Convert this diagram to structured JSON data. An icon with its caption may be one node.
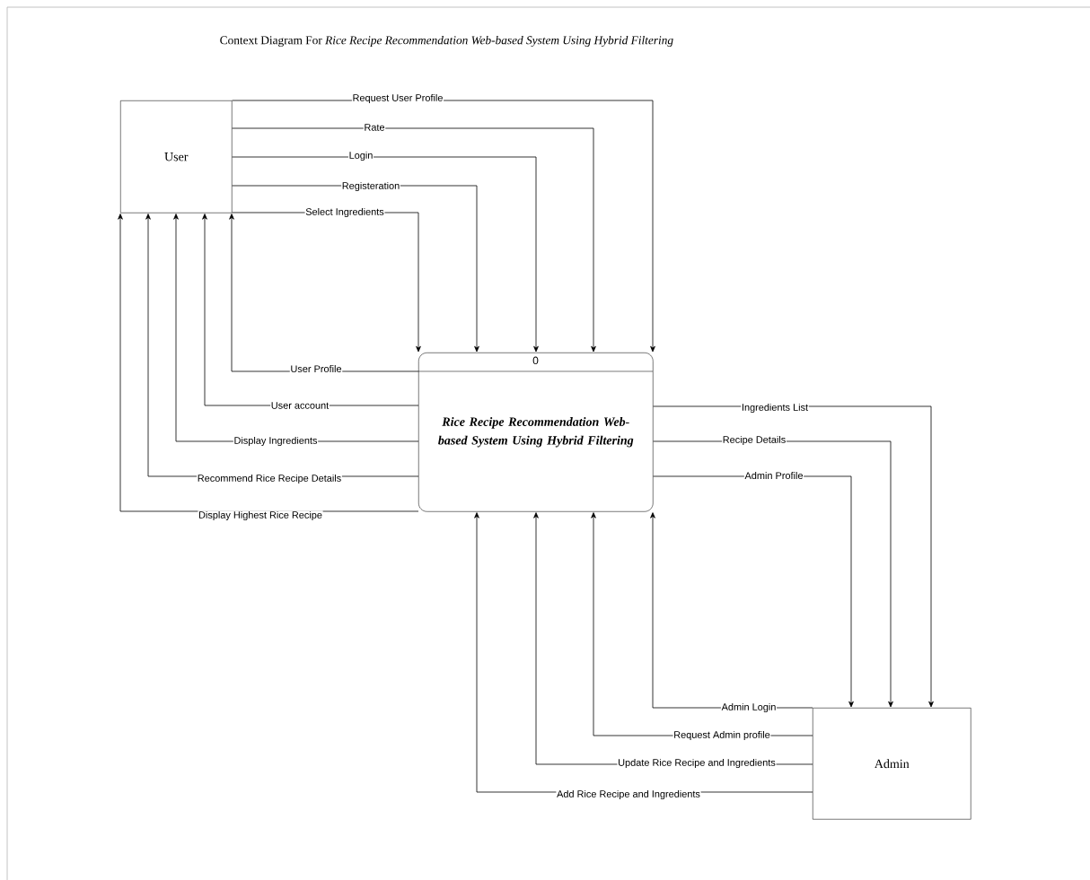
{
  "diagram": {
    "title": "Context Diagram For *Rice Recipe Recommendation Web-based System Using Hybrid Filtering*",
    "nodes": [
      {
        "text": [
          "User"
        ]
      },
      {
        "text": [
          "0",
          "Rice Recipe Recommendation Web-based System Using Hybrid Filtering"
        ]
      },
      {
        "text": [
          "Admin"
        ]
      }
    ],
    "edges": [
      {
        "from": 0,
        "to": 1,
        "arrow": "to",
        "label": "Request User Profile"
      },
      {
        "from": 0,
        "to": 1,
        "arrow": "to",
        "label": "Rate"
      },
      {
        "from": 0,
        "to": 1,
        "arrow": "to",
        "label": "Login"
      },
      {
        "from": 0,
        "to": 1,
        "arrow": "to",
        "label": "Registeration"
      },
      {
        "from": 0,
        "to": 1,
        "arrow": "to",
        "label": "Select Ingredients"
      },
      {
        "from": 1,
        "to": 0,
        "arrow": "to",
        "label": "User Profile"
      },
      {
        "from": 1,
        "to": 0,
        "arrow": "to",
        "label": "User account"
      },
      {
        "from": 1,
        "to": 0,
        "arrow": "to",
        "label": "Display Ingredients"
      },
      {
        "from": 1,
        "to": 0,
        "arrow": "to",
        "label": "Recommend Rice Recipe Details"
      },
      {
        "from": 1,
        "to": 0,
        "arrow": "to",
        "label": "Display Highest Rice Recipe"
      },
      {
        "from": 1,
        "to": 2,
        "arrow": "to",
        "label": "Ingredients List"
      },
      {
        "from": 1,
        "to": 2,
        "arrow": "to",
        "label": "Recipe Details"
      },
      {
        "from": 1,
        "to": 2,
        "arrow": "to",
        "label": "Admin Profile"
      },
      {
        "from": 2,
        "to": 1,
        "arrow": "to",
        "label": "Admin Login"
      },
      {
        "from": 2,
        "to": 1,
        "arrow": "to",
        "label": "Request Admin profile"
      },
      {
        "from": 2,
        "to": 1,
        "arrow": "to",
        "label": "Update Rice Recipe and Ingredients"
      },
      {
        "from": 2,
        "to": 1,
        "arrow": "to",
        "label": "Add Rice Recipe and Ingredients"
      }
    ]
  }
}
